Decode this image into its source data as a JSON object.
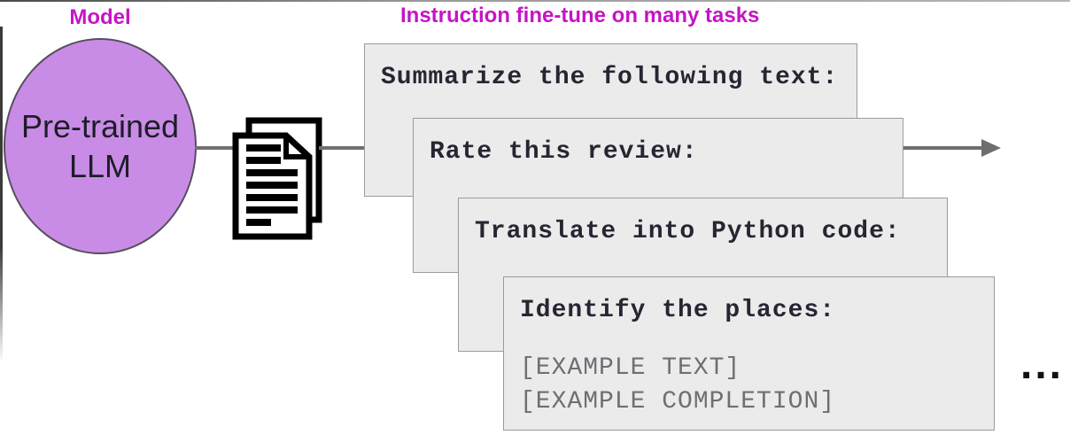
{
  "model_section": {
    "label": "Model",
    "circle_line1": "Pre-trained",
    "circle_line2": "LLM"
  },
  "header": {
    "title": "Instruction fine-tune on many tasks"
  },
  "icons": {
    "documents": "documents-icon"
  },
  "tasks": [
    {
      "title": "Summarize the following text:"
    },
    {
      "title": "Rate this review:"
    },
    {
      "title": "Translate into Python code:"
    },
    {
      "title": "Identify the places:",
      "example_lines": [
        "[EXAMPLE TEXT]",
        "[EXAMPLE COMPLETION]"
      ]
    }
  ],
  "ellipsis": "...",
  "colors": {
    "accent_magenta": "#c614c6",
    "circle_fill": "#c98ce6",
    "circle_border": "#564f5e",
    "card_background": "#ebebeb",
    "card_border": "#9b9b9b",
    "card_text": "#262633",
    "example_text": "#6e6e75",
    "connector_gray": "#707070"
  }
}
